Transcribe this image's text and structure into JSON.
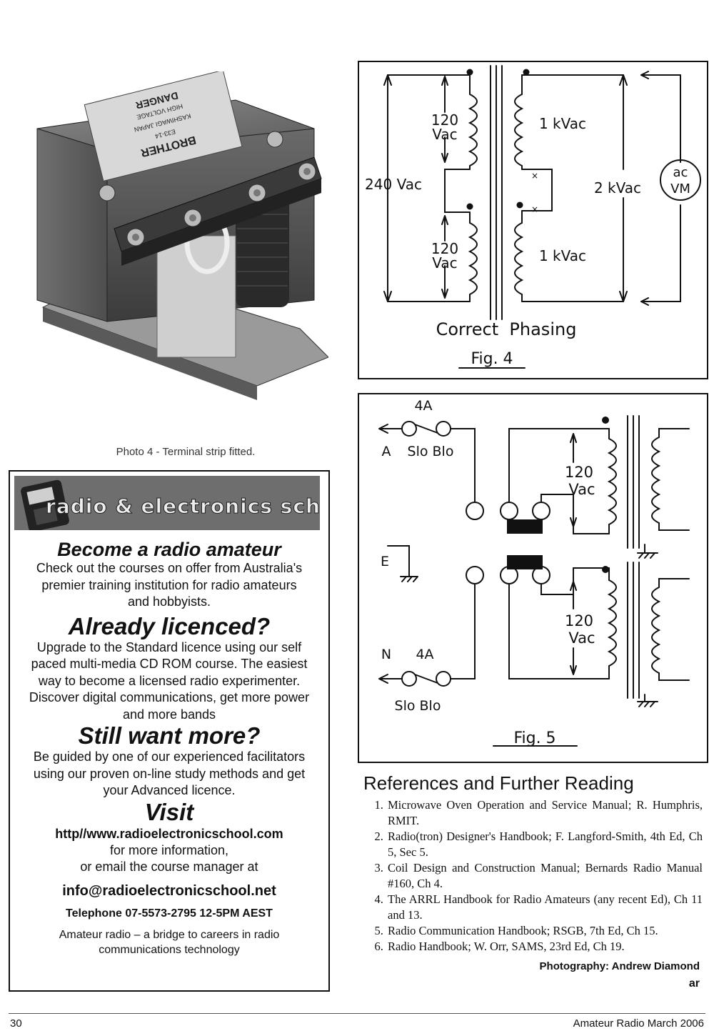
{
  "photo": {
    "caption": "Photo 4 - Terminal strip fitted.",
    "label_lines": [
      "BROTHER",
      "E33-14",
      "KASHIWAGI JAPAN",
      "HIGH VOLTAGE",
      "DANGER"
    ]
  },
  "fig4": {
    "voltage_primary_top": [
      "120",
      "Vac"
    ],
    "voltage_primary_bottom": [
      "120",
      "Vac"
    ],
    "voltage_secondary_top": "1 kVac",
    "voltage_secondary_bottom": "1 kVac",
    "voltage_input": "240 Vac",
    "voltage_output": "2 kVac",
    "meter": [
      "ac",
      "VM"
    ],
    "mark": "×",
    "caption": "Correct  Phasing",
    "fig_label": "Fig. 4"
  },
  "fig5": {
    "fuse_top": "4A",
    "terminal_a": "A",
    "fuse_type_top": "Slo Blo",
    "terminal_e": "E",
    "terminal_n": "N",
    "fuse_bottom": "4A",
    "fuse_type_bottom": "Slo Blo",
    "voltage_top": [
      "120",
      "Vac"
    ],
    "voltage_bottom": [
      "120",
      "Vac"
    ],
    "fig_label": "Fig. 5"
  },
  "ad": {
    "banner": "radio & electronics school",
    "h1": "Become a radio amateur",
    "p1": "Check out the courses on offer from Australia's premier training institution for radio amateurs and hobbyists.",
    "h2": "Already licenced?",
    "p2": "Upgrade to the Standard licence using our self paced multi-media CD ROM course. The easiest way to become a licensed radio experimenter.",
    "p3": "Discover digital communications, get more power and more bands",
    "h3": "Still want more?",
    "p4": "Be guided by one of our experienced facilitators using our proven on-line study methods and get your Advanced licence.",
    "h4": "Visit",
    "url": "http//www.radioelectronicschool.com",
    "p5a": "for more information,",
    "p5b": "or email the course manager at",
    "email": "info@radioelectronicschool.net",
    "telephone": "Telephone 07-5573-2795 12-5PM AEST",
    "footer": "Amateur radio – a bridge to careers in radio communications technology"
  },
  "references": {
    "title": "References and Further Reading",
    "items": [
      "Microwave Oven Operation and Service Manual; R. Humphris, RMIT.",
      "Radio(tron) Designer's Handbook; F. Langford-Smith, 4th Ed, Ch 5, Sec 5.",
      "Coil Design and Construction Manual; Bernards Radio Manual #160, Ch 4.",
      "The ARRL Handbook for Radio Amateurs (any recent Ed), Ch 11 and 13.",
      "Radio Communication Handbook; RSGB, 7th Ed, Ch 15.",
      "Radio Handbook; W. Orr, SAMS, 23rd Ed, Ch 19."
    ],
    "credit": "Photography: Andrew Diamond",
    "end_mark": "ar"
  },
  "footer": {
    "page_number": "30",
    "issue": "Amateur Radio March 2006"
  }
}
